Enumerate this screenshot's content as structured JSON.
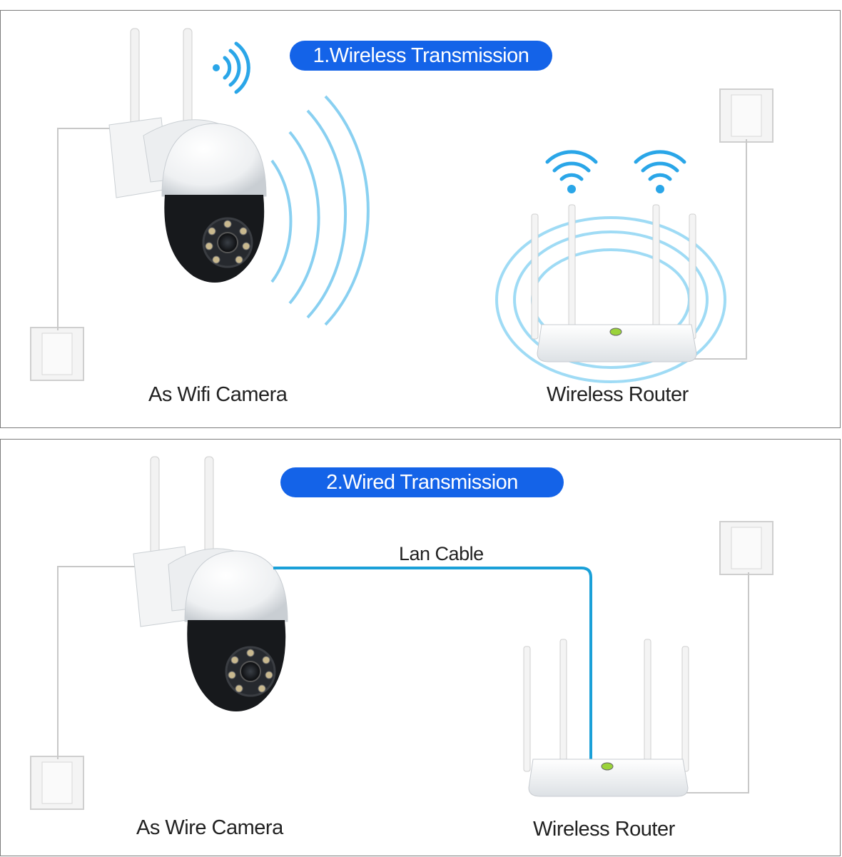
{
  "sections": [
    {
      "title": "1.Wireless Transmission",
      "camera_label": "As Wifi Camera",
      "router_label": "Wireless Router"
    },
    {
      "title": "2.Wired Transmission",
      "camera_label": "As Wire Camera",
      "router_label": "Wireless Router",
      "cable_label": "Lan Cable"
    }
  ],
  "colors": {
    "accent": "#1463e8",
    "lan_cable": "#1aa0d8",
    "signal": "#2aa6e8"
  }
}
